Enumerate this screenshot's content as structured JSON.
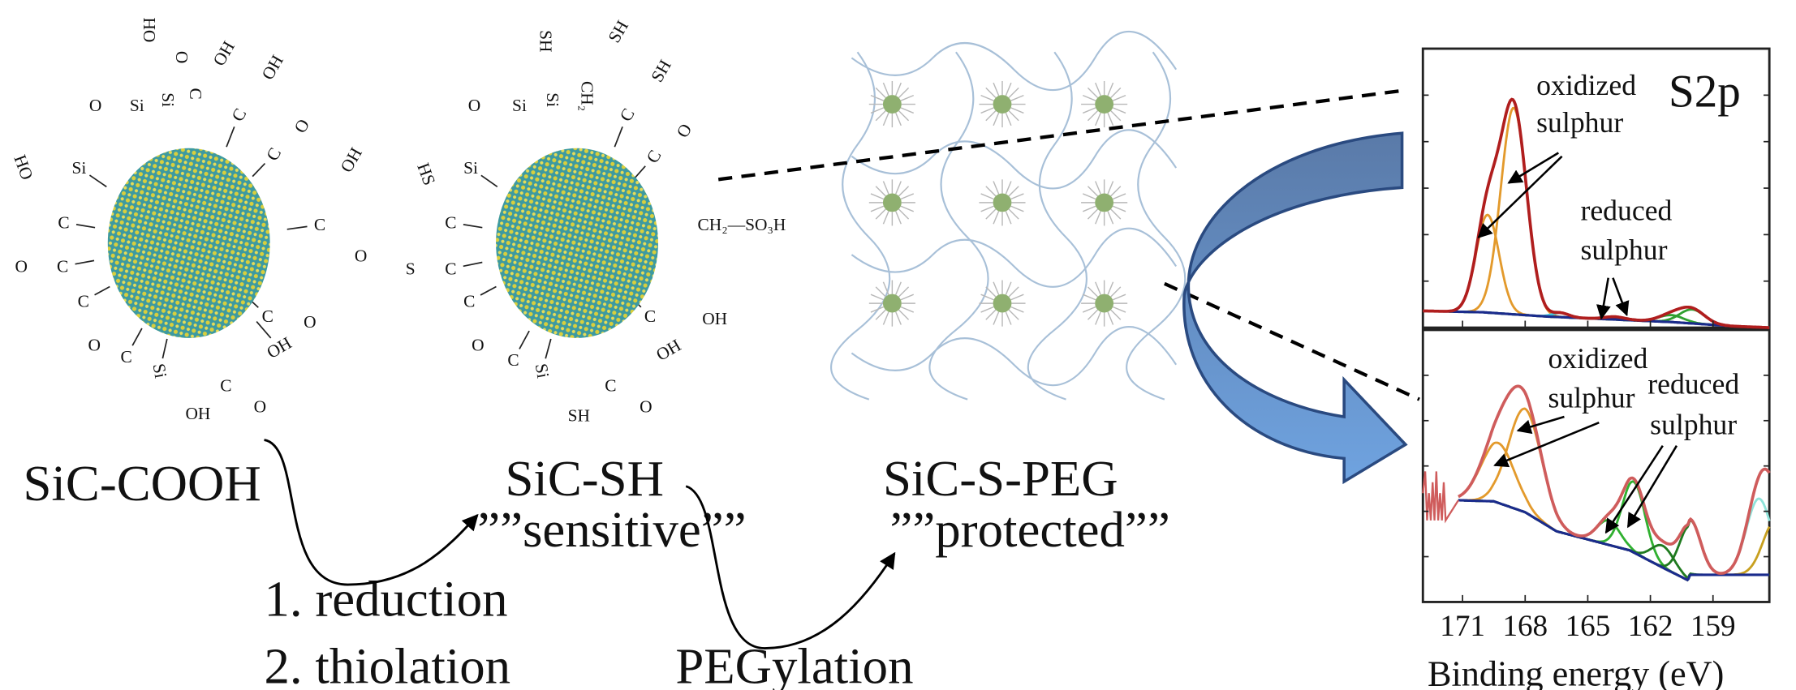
{
  "labels": {
    "sic_cooh": "SiC-COOH",
    "sic_sh": "SiC-SH",
    "sensitive": "””sensitive””",
    "sic_s_peg": "SiC-S-PEG",
    "protected": "””protected””",
    "step1": "1. reduction",
    "step2": "2. thiolation",
    "pegylation": "PEGylation"
  },
  "particle1_groups": [
    "O",
    "Si",
    "Si",
    "HO",
    "C",
    "O",
    "OH",
    "C",
    "OH",
    "C",
    "O",
    "OH",
    "C",
    "O",
    "C",
    "O",
    "OH",
    "C",
    "O",
    "OH",
    "Si",
    "C",
    "O",
    "C",
    "O",
    "C",
    "C",
    "HO",
    "Si"
  ],
  "particle2_groups": [
    "O",
    "Si",
    "Si",
    "SH",
    "CH₂",
    "SH",
    "C",
    "SH",
    "C",
    "O",
    "CH₂—SO₃H",
    "C",
    "OH",
    "OH",
    "C",
    "O",
    "SH",
    "Si",
    "C",
    "O",
    "C",
    "S",
    "C",
    "C",
    "HS",
    "Si"
  ],
  "colors": {
    "arrow_fill": "#6590c8",
    "arrow_stroke": "#2a4a80",
    "particle_teal": "#3d9aa0",
    "particle_yellow": "#d9cf3c"
  },
  "chart_data": {
    "type": "line",
    "title": "S2p",
    "xlabel": "Binding energy (eV)",
    "ylabel": "",
    "xlim": [
      172.9,
      156.3
    ],
    "xticks": [
      171,
      168,
      165,
      162,
      159
    ],
    "panels": [
      {
        "name": "top",
        "ylim": [
          0,
          100
        ],
        "background": [
          [
            172.9,
            6
          ],
          [
            170,
            5.5
          ],
          [
            167,
            4
          ],
          [
            164,
            3
          ],
          [
            161,
            2
          ],
          [
            158,
            0.5
          ],
          [
            156.3,
            0
          ]
        ],
        "components": [
          {
            "center": 169.8,
            "amplitude": 35,
            "sigma": 0.55,
            "color": "#e39a2c"
          },
          {
            "center": 168.55,
            "amplitude": 74,
            "sigma": 0.62,
            "color": "#e39a2c"
          },
          {
            "center": 166.3,
            "amplitude": 1.5,
            "sigma": 0.4,
            "color": "#3fc0e0"
          },
          {
            "center": 163.7,
            "amplitude": 1.0,
            "sigma": 0.5,
            "color": "#a030a0"
          },
          {
            "center": 161.0,
            "amplitude": 2.5,
            "sigma": 0.6,
            "color": "#30a030"
          },
          {
            "center": 160.0,
            "amplitude": 5,
            "sigma": 0.6,
            "color": "#30a030"
          }
        ],
        "envelope_color": "#b01e1e",
        "annotations": [
          {
            "text": "oxidized",
            "line": 1
          },
          {
            "text": "sulphur",
            "line": 2
          },
          {
            "text": "reduced",
            "line": 1
          },
          {
            "text": "sulphur",
            "line": 2
          }
        ]
      },
      {
        "name": "bottom",
        "ylim": [
          0,
          100
        ],
        "background": [
          [
            171.2,
            37.4
          ],
          [
            169.5,
            37
          ],
          [
            168,
            33
          ],
          [
            166.5,
            26
          ],
          [
            165,
            23
          ],
          [
            163,
            19
          ],
          [
            161.5,
            13
          ],
          [
            160.2,
            8
          ],
          [
            160.1,
            10
          ],
          [
            156.3,
            10
          ]
        ],
        "components": [
          {
            "center": 169.3,
            "amplitude": 22,
            "sigma": 0.8,
            "color": "#e39a2c"
          },
          {
            "center": 168.0,
            "amplitude": 38,
            "sigma": 0.8,
            "color": "#e39a2c"
          },
          {
            "center": 164.0,
            "amplitude": 9,
            "sigma": 0.55,
            "color": "#30b030"
          },
          {
            "center": 162.8,
            "amplitude": 26,
            "sigma": 0.55,
            "color": "#30b030"
          },
          {
            "center": 161.4,
            "amplitude": 8,
            "sigma": 0.55,
            "color": "#1f7a1f"
          },
          {
            "center": 160.1,
            "amplitude": 20,
            "sigma": 0.5,
            "color": "#1f7a1f"
          },
          {
            "center": 156.8,
            "amplitude": 28,
            "sigma": 0.6,
            "color": "#8fe3da"
          },
          {
            "center": 156.0,
            "amplitude": 20,
            "sigma": 0.6,
            "color": "#c8a020"
          }
        ],
        "envelope_color": "#cf5c5c",
        "annotations": [
          {
            "text": "oxidized",
            "line": 1
          },
          {
            "text": "sulphur",
            "line": 2
          },
          {
            "text": "reduced",
            "line": 1
          },
          {
            "text": "sulphur",
            "line": 2
          }
        ]
      }
    ],
    "baseline_color": "#1a2b8c"
  }
}
